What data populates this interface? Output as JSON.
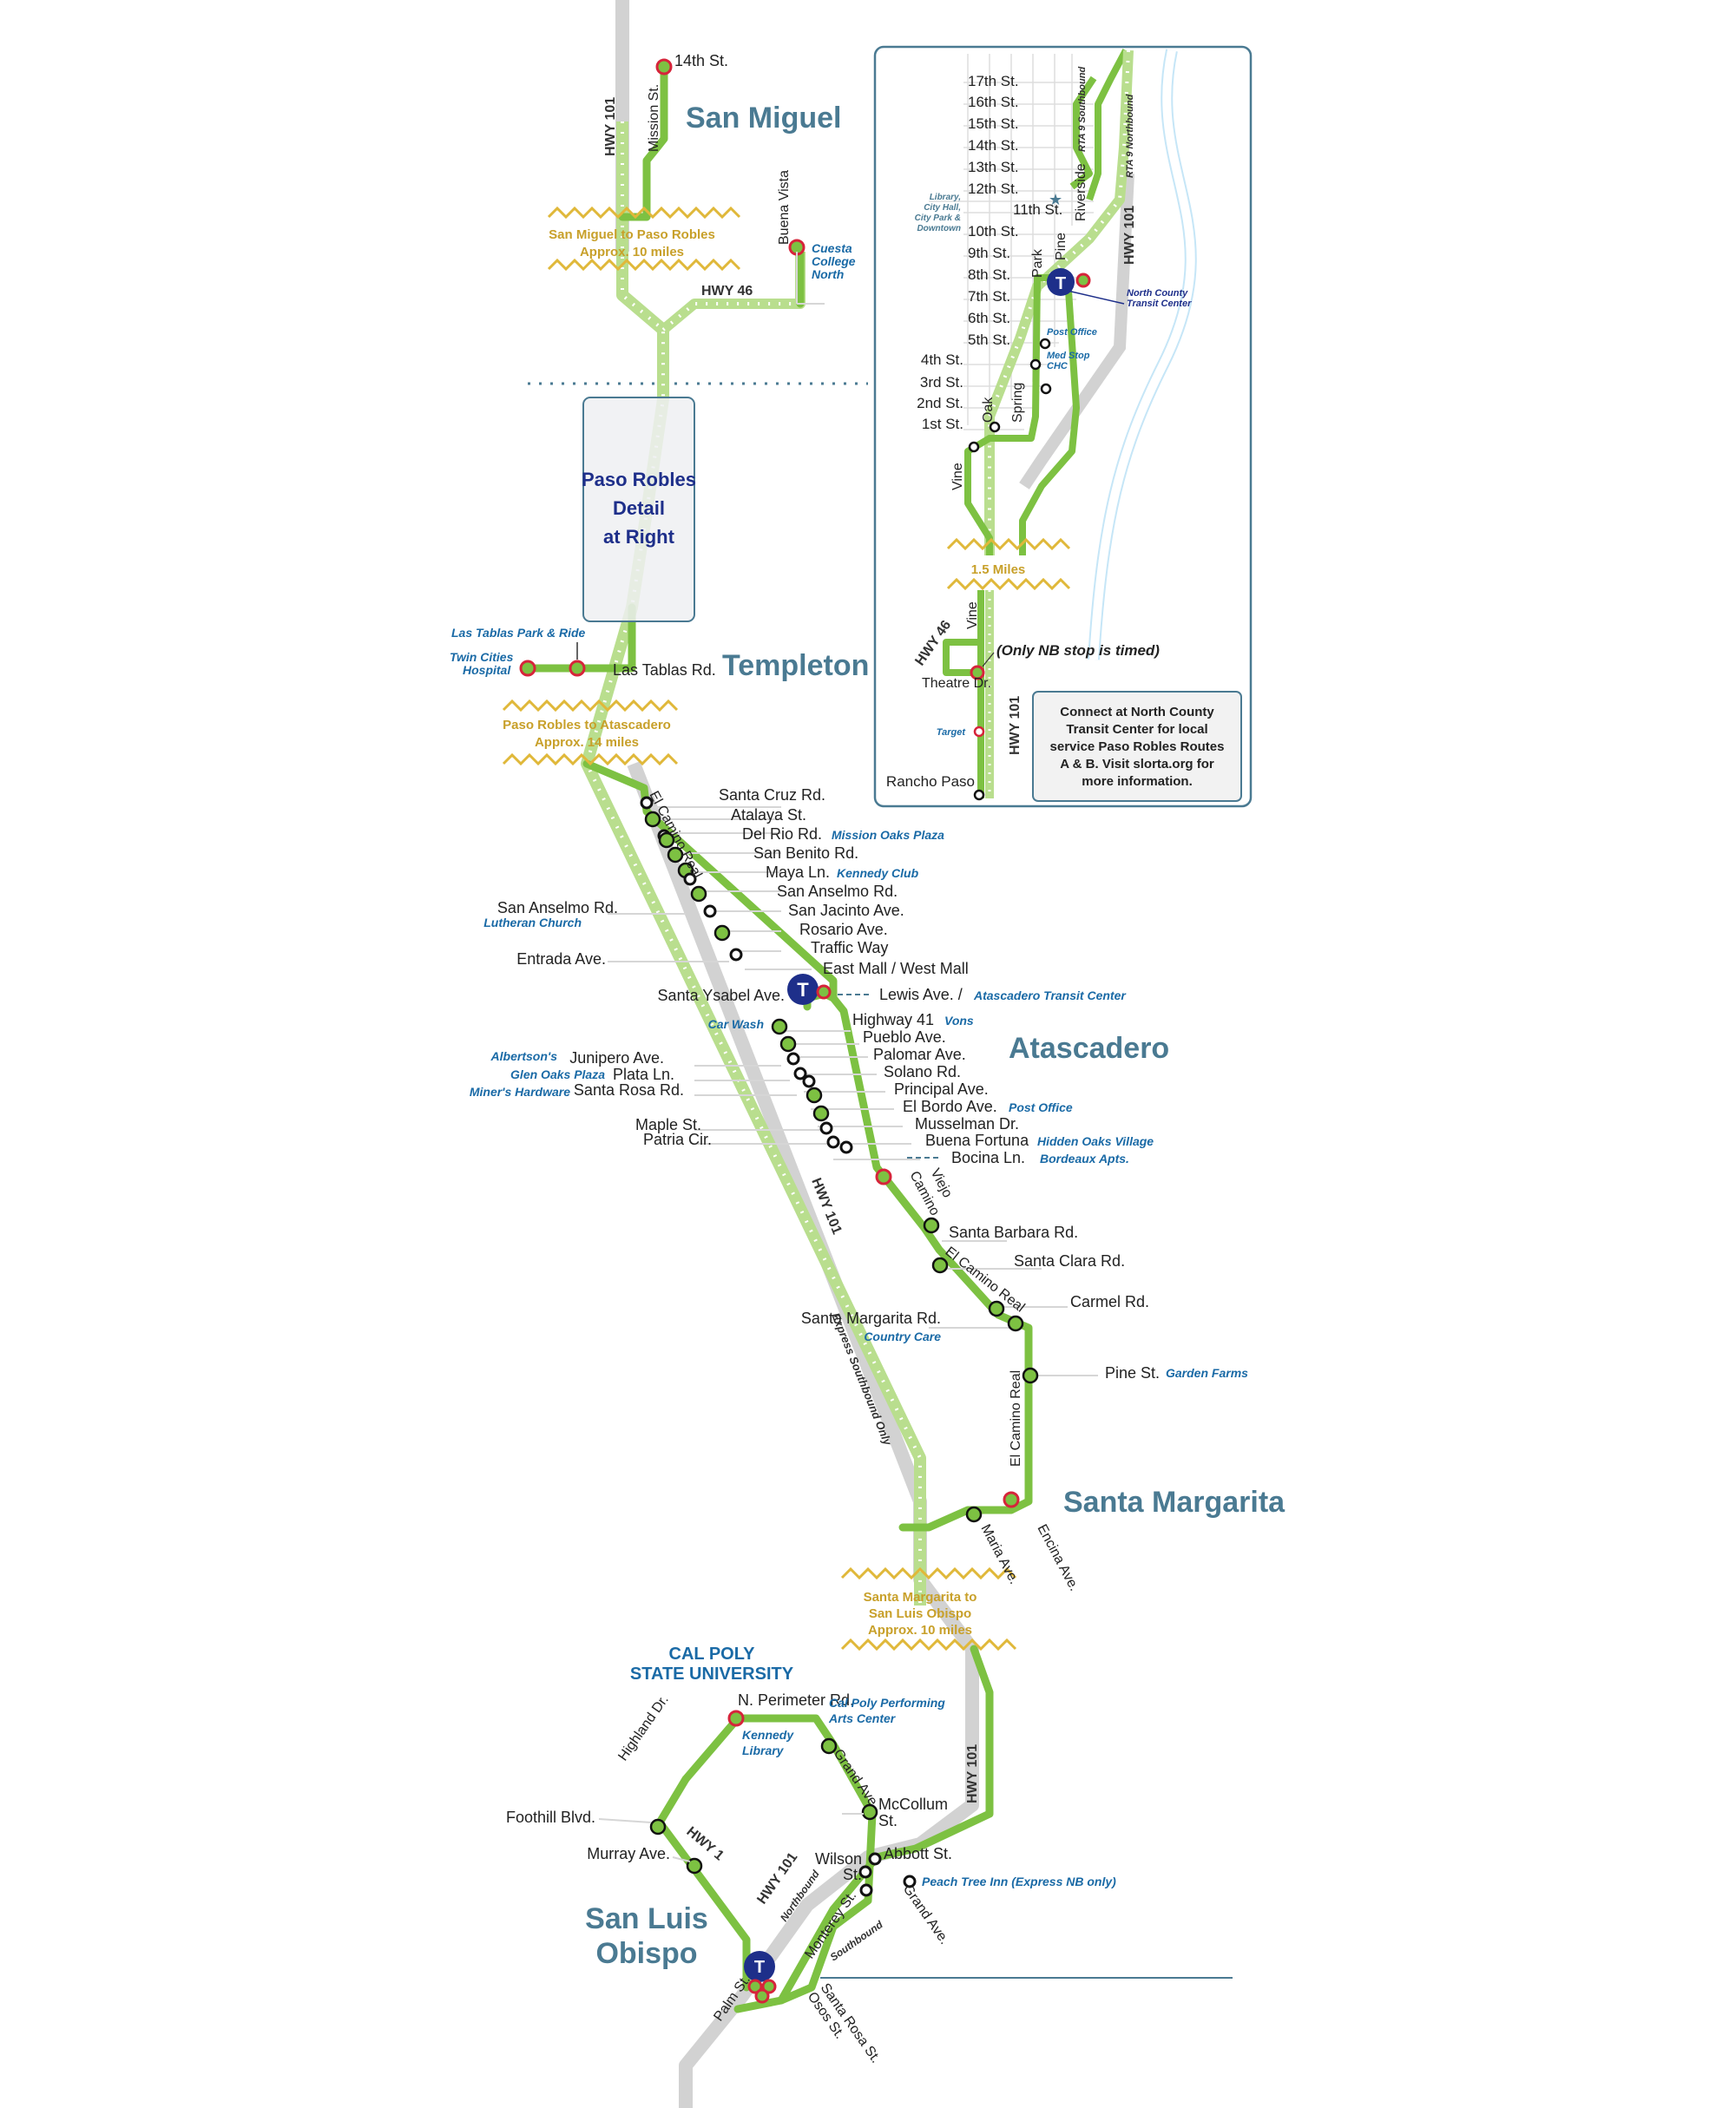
{
  "towns": {
    "san_miguel": "San Miguel",
    "templeton": "Templeton",
    "atascadero": "Atascadero",
    "santa_margarita": "Santa Margarita",
    "slo_1": "San Luis",
    "slo_2": "Obispo"
  },
  "segments": {
    "sm_pr_1": "San Miguel to Paso Robles",
    "sm_pr_2": "Approx. 10 miles",
    "pr_at_1": "Paso Robles to Atascadero",
    "pr_at_2": "Approx. 14 miles",
    "smg_slo_1": "Santa Margarita to",
    "smg_slo_2": "San Luis Obispo",
    "smg_slo_3": "Approx. 10 miles",
    "inset_miles": "1.5 Miles"
  },
  "highways": {
    "hwy101": "HWY 101",
    "hwy46": "HWY 46",
    "hwy1": "HWY 1",
    "express_sb": "Express Southbound Only",
    "northbound": "Northbound",
    "southbound": "Southbound"
  },
  "detail_box": [
    "Paso Robles",
    "Detail",
    "at Right"
  ],
  "san_miguel_stops": {
    "s14": "14th St.",
    "mission": "Mission St.",
    "buena_vista": "Buena Vista",
    "cuesta": [
      "Cuesta",
      "College",
      "North"
    ]
  },
  "templeton_stops": {
    "las_tablas_pr": "Las Tablas Park & Ride",
    "twin_cities": [
      "Twin Cities",
      "Hospital"
    ],
    "las_tablas": "Las Tablas Rd."
  },
  "atascadero_streets_right": [
    {
      "name": "Santa Cruz Rd.",
      "poi": ""
    },
    {
      "name": "Atalaya St.",
      "poi": ""
    },
    {
      "name": "Del Rio Rd.",
      "poi": "Mission Oaks Plaza"
    },
    {
      "name": "San Benito Rd.",
      "poi": ""
    },
    {
      "name": "Maya Ln.",
      "poi": "Kennedy Club"
    },
    {
      "name": "San Anselmo Rd.",
      "poi": ""
    },
    {
      "name": "San Jacinto Ave.",
      "poi": ""
    },
    {
      "name": "Rosario Ave.",
      "poi": ""
    },
    {
      "name": "Traffic Way",
      "poi": ""
    },
    {
      "name": "East Mall / West Mall",
      "poi": ""
    }
  ],
  "atascadero_streets_right2": [
    {
      "name": "Highway 41",
      "poi": "Vons"
    },
    {
      "name": "Pueblo Ave.",
      "poi": ""
    },
    {
      "name": "Palomar Ave.",
      "poi": ""
    },
    {
      "name": "Solano Rd.",
      "poi": ""
    },
    {
      "name": "Principal Ave.",
      "poi": ""
    },
    {
      "name": "El Bordo Ave.",
      "poi": "Post Office"
    },
    {
      "name": "Musselman Dr.",
      "poi": ""
    },
    {
      "name": "Buena Fortuna",
      "poi": "Hidden Oaks Village"
    },
    {
      "name": "Bocina Ln.",
      "poi": "Bordeaux Apts."
    }
  ],
  "atascadero_left": {
    "san_anselmo": "San Anselmo Rd.",
    "lutheran": "Lutheran Church",
    "entrada": "Entrada Ave.",
    "santa_ysabel": "Santa Ysabel Ave.",
    "lewis": "Lewis Ave. /",
    "atc": "Atascadero Transit Center",
    "car_wash": "Car Wash",
    "albertsons": "Albertson's",
    "junipero": "Junipero Ave.",
    "glen_oaks": "Glen Oaks Plaza",
    "plata": "Plata Ln.",
    "miners": "Miner's Hardware",
    "santa_rosa": "Santa Rosa Rd.",
    "maple": "Maple St.",
    "patria": "Patria Cir.",
    "el_camino_real": "El Camino Real"
  },
  "south_atascadero": {
    "viejo": "Viejo",
    "camino": "Camino",
    "santa_barbara": "Santa Barbara Rd.",
    "el_camino_real": "El Camino Real",
    "santa_clara": "Santa Clara Rd.",
    "carmel": "Carmel Rd.",
    "santa_margarita_rd": "Santa Margarita Rd.",
    "country_care": "Country Care",
    "pine": "Pine St.",
    "garden_farms": "Garden Farms",
    "ecr_vertical": "El Camino Real",
    "maria": "Maria Ave.",
    "encina": "Encina Ave."
  },
  "slo": {
    "cal_poly_1": "CAL POLY",
    "cal_poly_2": "STATE UNIVERSITY",
    "n_perimeter": "N. Perimeter Rd.",
    "highland": "Highland Dr.",
    "kennedy_1": "Kennedy",
    "kennedy_2": "Library",
    "pac_1": "Cal Poly Performing",
    "pac_2": "Arts Center",
    "grand_ave": "Grand Ave.",
    "mccollum_1": "McCollum",
    "mccollum_2": "St.",
    "foothill": "Foothill Blvd.",
    "murray": "Murray Ave.",
    "wilson_1": "Wilson",
    "wilson_2": "St.",
    "abbott": "Abbott St.",
    "grand_ave2": "Grand Ave.",
    "peach_tree": "Peach Tree Inn (Express NB only)",
    "monterey": "Monterey St.",
    "palm": "Palm St.",
    "osos": "Osos St.",
    "santa_rosa": "Santa Rosa St."
  },
  "inset": {
    "streets": [
      "17th St.",
      "16th St.",
      "15th St.",
      "14th St.",
      "13th St.",
      "12th St.",
      "11th St.",
      "10th St.",
      "9th St.",
      "8th St.",
      "7th St.",
      "6th St.",
      "5th St.",
      "4th St.",
      "3rd St.",
      "2nd St.",
      "1st St."
    ],
    "library": [
      "Library,",
      "City Hall,",
      "City Park &",
      "Downtown"
    ],
    "park": "Park",
    "pine": "Pine",
    "riverside": "Riverside",
    "rta9_sb": "RTA 9 Southbound",
    "rta9_nb": "RTA 9 Northbound",
    "hwy101": "HWY 101",
    "nctc": [
      "North County",
      "Transit Center"
    ],
    "post_office": "Post Office",
    "med_stop": [
      "Med Stop",
      "CHC"
    ],
    "oak": "Oak",
    "spring": "Spring",
    "vine": "Vine",
    "hwy46": "HWY 46",
    "vine2": "Vine",
    "only_nb": "(Only NB stop is timed)",
    "theatre": "Theatre Dr.",
    "target": "Target",
    "rancho_paso": "Rancho Paso",
    "hwy101b": "HWY 101",
    "connect": [
      "Connect at North County",
      "Transit Center for local",
      "service Paso Robles Routes",
      "A & B. Visit slorta.org for",
      "more information."
    ]
  },
  "colors": {
    "route": "#7dc142",
    "route_light": "#b9de8e",
    "highway": "#cfcfcf",
    "town_label": "#4a7a92",
    "poi": "#1a6aa6",
    "segment": "#c8a02a",
    "transit_center": "#1e2f8a",
    "timed_stop": "#d6243a"
  }
}
